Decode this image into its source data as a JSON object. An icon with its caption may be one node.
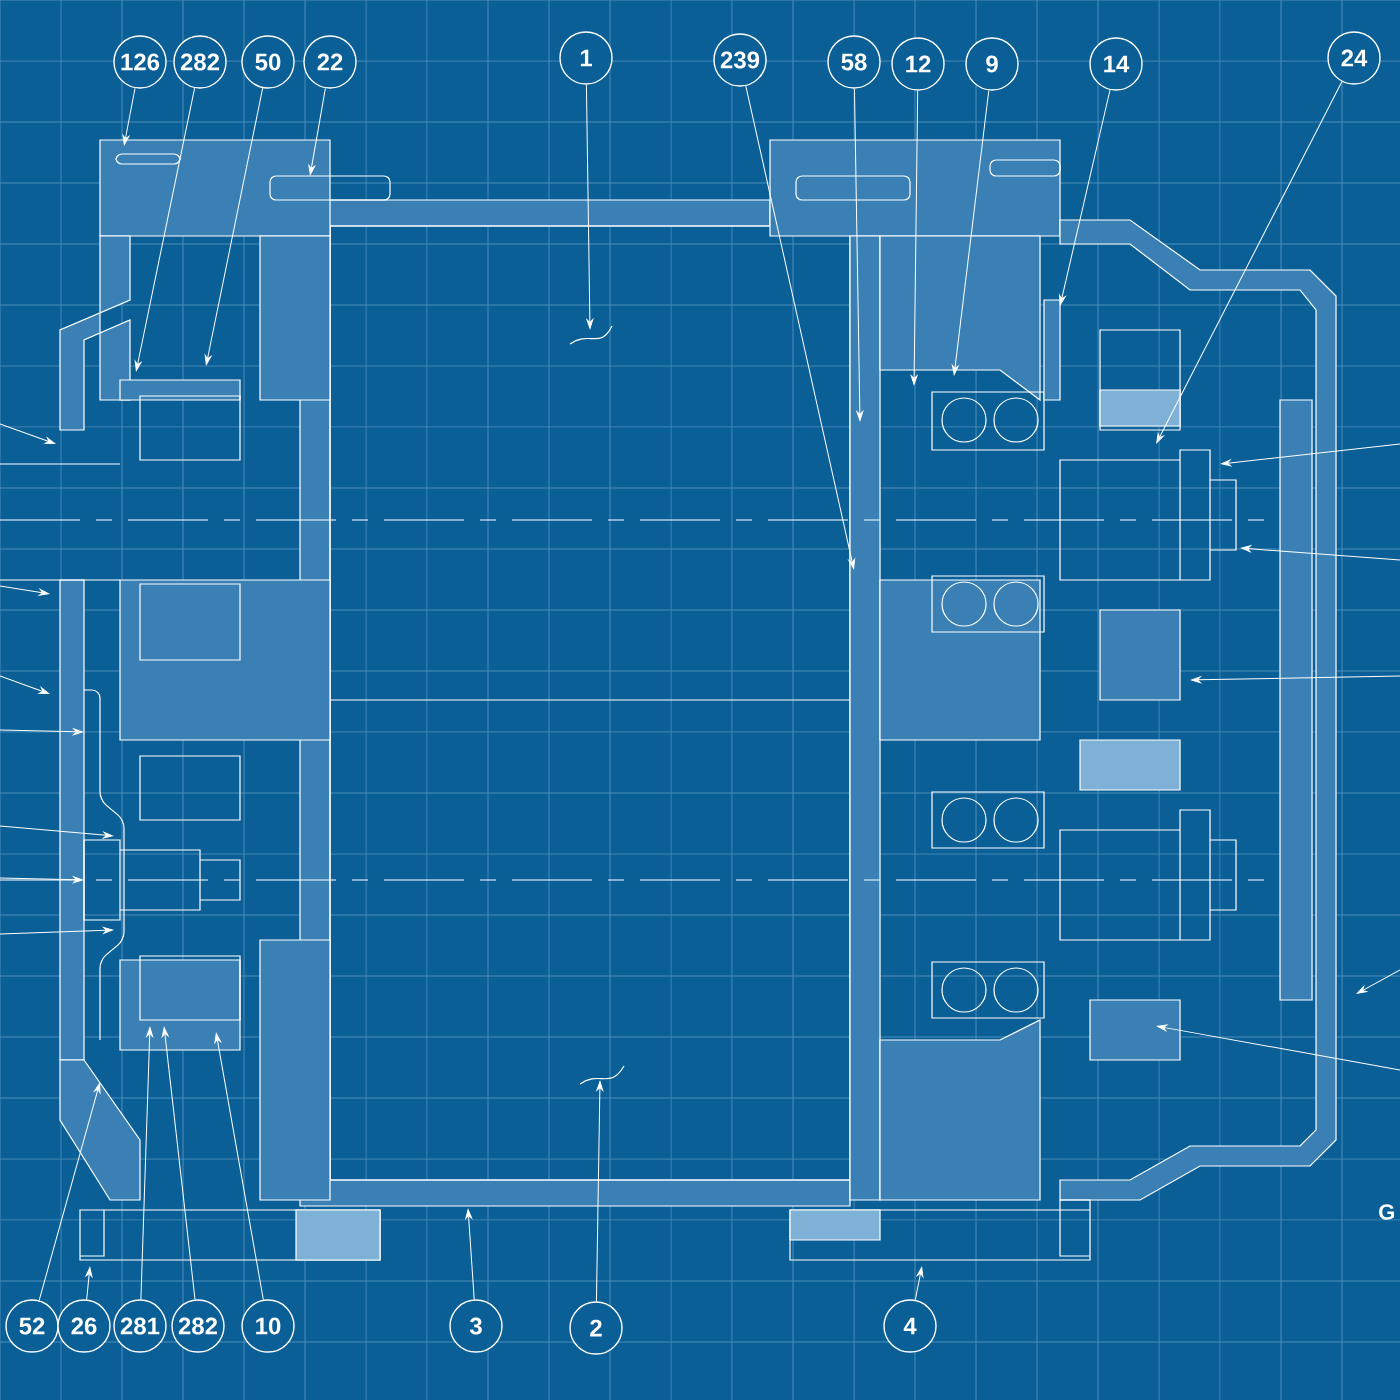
{
  "diagram": {
    "nodes": [
      {
        "text": [
          "126"
        ]
      },
      {
        "text": [
          "282"
        ]
      },
      {
        "text": [
          "50"
        ]
      },
      {
        "text": [
          "22"
        ]
      },
      {
        "text": [
          "1"
        ]
      },
      {
        "text": [
          "239"
        ]
      },
      {
        "text": [
          "58"
        ]
      },
      {
        "text": [
          "12"
        ]
      },
      {
        "text": [
          "9"
        ]
      },
      {
        "text": [
          "14"
        ]
      },
      {
        "text": [
          "24"
        ]
      },
      {
        "text": [
          "52"
        ]
      },
      {
        "text": [
          "26"
        ]
      },
      {
        "text": [
          "281"
        ]
      },
      {
        "text": [
          "282"
        ]
      },
      {
        "text": [
          "10"
        ]
      },
      {
        "text": [
          "3"
        ]
      },
      {
        "text": [
          "2"
        ]
      },
      {
        "text": [
          "4"
        ]
      }
    ],
    "edges": [
      {
        "from": 0,
        "to": null,
        "arrow": "to"
      },
      {
        "from": 1,
        "to": null,
        "arrow": "to"
      },
      {
        "from": 2,
        "to": null,
        "arrow": "to"
      },
      {
        "from": 3,
        "to": null,
        "arrow": "to"
      },
      {
        "from": 4,
        "to": null,
        "arrow": "to"
      },
      {
        "from": 5,
        "to": null,
        "arrow": "to"
      },
      {
        "from": 6,
        "to": null,
        "arrow": "to"
      },
      {
        "from": 7,
        "to": null,
        "arrow": "to"
      },
      {
        "from": 8,
        "to": null,
        "arrow": "to"
      },
      {
        "from": 9,
        "to": null,
        "arrow": "to"
      },
      {
        "from": 10,
        "to": null,
        "arrow": "to"
      },
      {
        "from": 11,
        "to": null,
        "arrow": "to"
      },
      {
        "from": 12,
        "to": null,
        "arrow": "to"
      },
      {
        "from": 13,
        "to": null,
        "arrow": "to"
      },
      {
        "from": 14,
        "to": null,
        "arrow": "to"
      },
      {
        "from": 15,
        "to": null,
        "arrow": "to"
      },
      {
        "from": 16,
        "to": null,
        "arrow": "to"
      },
      {
        "from": 17,
        "to": null,
        "arrow": "to"
      },
      {
        "from": 18,
        "to": null,
        "arrow": "to"
      }
    ],
    "labels": [
      "G"
    ]
  }
}
